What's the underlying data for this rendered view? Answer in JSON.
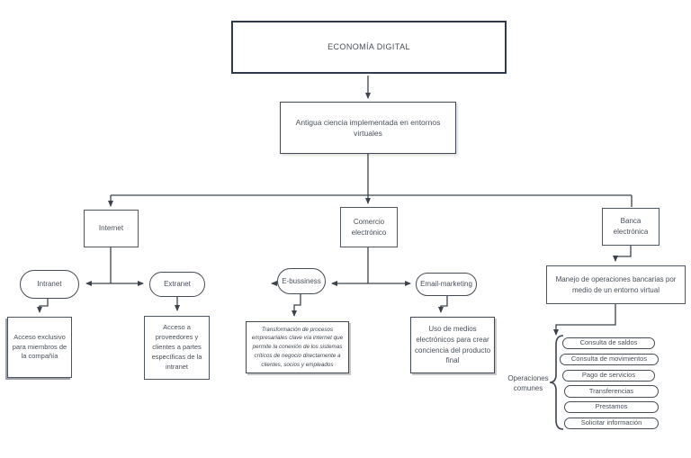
{
  "diagram": {
    "title": "ECONOMÍA DIGITAL",
    "subtitle": "Antigua ciencia implementada en entornos virtuales",
    "branches": {
      "internet": {
        "label": "Internet",
        "intranet": {
          "label": "Intranet",
          "desc": "Acceso exclusivo para miembros de la compañía"
        },
        "extranet": {
          "label": "Extranet",
          "desc": "Acceso a proveedores y clientes a partes específicas de la intranet"
        }
      },
      "comercio": {
        "label": "Comercio electrónico",
        "ebusiness": {
          "label": "E-bussiness",
          "desc": "Transformación de procesos empresariales clave vía internet que permite la conexión de los sistemas críticos de negocio directamente a clientes, socios y empleados"
        },
        "email": {
          "label": "Email-marketing",
          "desc": "Uso de medios electrónicos para crear conciencia del producto final"
        }
      },
      "banca": {
        "label": "Banca electrónica",
        "desc": "Manejo de operaciones bancarias por medio de un entorno virtual",
        "operations_label": "Operaciones comunes",
        "operations": [
          "Consulta de saldos",
          "Consulta de movimientos",
          "Pago de servicios",
          "Transferencias",
          "Prestamos",
          "Solicitar información"
        ]
      }
    },
    "colors": {
      "title_border": "#2f3b4c",
      "node_border": "#4d5560",
      "connector_line": "#3c434c",
      "text": "#484f58"
    }
  }
}
